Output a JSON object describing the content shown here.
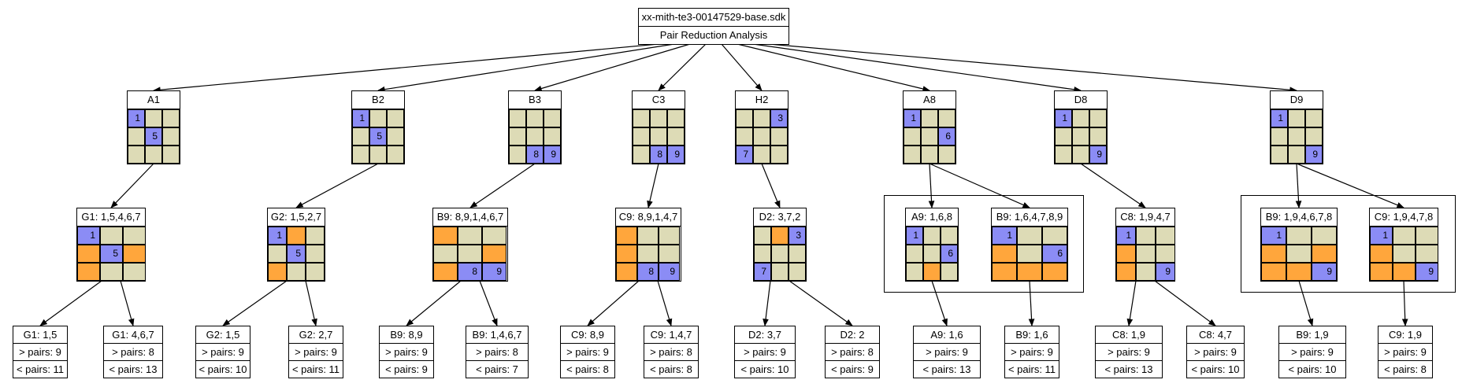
{
  "root": {
    "title": "xx-mith-te3-00147529-base.sdk",
    "subtitle": "Pair Reduction Analysis"
  },
  "colors": {
    "cell": "#dddbb6",
    "blue": "#8b8cf5",
    "orange": "#ffa63c"
  },
  "branches": [
    {
      "label": "A1",
      "grid": [
        [
          "b1",
          "",
          ""
        ],
        [
          "",
          "b5",
          ""
        ],
        [
          "",
          "",
          ""
        ]
      ],
      "reduced": [
        {
          "label": "G1: 1,5,4,6,7",
          "grid": [
            [
              "b1",
              "",
              ""
            ],
            [
              "o",
              "b5",
              "o"
            ],
            [
              "o",
              "",
              ""
            ]
          ]
        }
      ],
      "leaves": [
        {
          "title": "G1: 1,5",
          "gt": "> pairs: 9",
          "lt": "< pairs: 11"
        },
        {
          "title": "G1: 4,6,7",
          "gt": "> pairs: 8",
          "lt": "< pairs: 13"
        }
      ]
    },
    {
      "label": "B2",
      "grid": [
        [
          "b1",
          "",
          ""
        ],
        [
          "",
          "b5",
          ""
        ],
        [
          "",
          "",
          ""
        ]
      ],
      "reduced": [
        {
          "label": "G2: 1,5,2,7",
          "grid": [
            [
              "b1",
              "o",
              ""
            ],
            [
              "",
              "b5",
              ""
            ],
            [
              "o",
              "",
              ""
            ]
          ]
        }
      ],
      "leaves": [
        {
          "title": "G2: 1,5",
          "gt": "> pairs: 9",
          "lt": "< pairs: 10"
        },
        {
          "title": "G2: 2,7",
          "gt": "> pairs: 9",
          "lt": "< pairs: 11"
        }
      ]
    },
    {
      "label": "B3",
      "grid": [
        [
          "",
          "",
          ""
        ],
        [
          "",
          "",
          ""
        ],
        [
          "",
          "b8",
          "b9"
        ]
      ],
      "reduced": [
        {
          "label": "B9: 8,9,1,4,6,7",
          "grid": [
            [
              "o",
              "",
              ""
            ],
            [
              "",
              "",
              "o"
            ],
            [
              "o",
              "b8",
              "b9"
            ]
          ]
        }
      ],
      "leaves": [
        {
          "title": "B9: 8,9",
          "gt": "> pairs: 9",
          "lt": "< pairs: 9"
        },
        {
          "title": "B9: 1,4,6,7",
          "gt": "> pairs: 8",
          "lt": "< pairs: 7"
        }
      ]
    },
    {
      "label": "C3",
      "grid": [
        [
          "",
          "",
          ""
        ],
        [
          "",
          "",
          ""
        ],
        [
          "",
          "b8",
          "b9"
        ]
      ],
      "reduced": [
        {
          "label": "C9: 8,9,1,4,7",
          "grid": [
            [
              "o",
              "",
              ""
            ],
            [
              "o",
              "",
              ""
            ],
            [
              "o",
              "b8",
              "b9"
            ]
          ]
        }
      ],
      "leaves": [
        {
          "title": "C9: 8,9",
          "gt": "> pairs: 9",
          "lt": "< pairs: 8"
        },
        {
          "title": "C9: 1,4,7",
          "gt": "> pairs: 8",
          "lt": "< pairs: 8"
        }
      ]
    },
    {
      "label": "H2",
      "grid": [
        [
          "",
          "",
          "b3"
        ],
        [
          "",
          "",
          ""
        ],
        [
          "b7",
          "",
          ""
        ]
      ],
      "reduced": [
        {
          "label": "D2: 3,7,2",
          "grid": [
            [
              "",
              "o",
              "b3"
            ],
            [
              "",
              "",
              ""
            ],
            [
              "b7",
              "",
              ""
            ]
          ]
        }
      ],
      "leaves": [
        {
          "title": "D2: 3,7",
          "gt": "> pairs: 9",
          "lt": "< pairs: 10"
        },
        {
          "title": "D2: 2",
          "gt": "> pairs: 8",
          "lt": "< pairs: 9"
        }
      ]
    },
    {
      "label": "A8",
      "grid": [
        [
          "b1",
          "",
          ""
        ],
        [
          "",
          "",
          "b6"
        ],
        [
          "",
          "",
          ""
        ]
      ],
      "reduced": [
        {
          "label": "A9: 1,6,8",
          "grid": [
            [
              "b1",
              "",
              ""
            ],
            [
              "",
              "",
              "b6"
            ],
            [
              "",
              "o",
              ""
            ]
          ]
        },
        {
          "label": "B9: 1,6,4,7,8,9",
          "grid": [
            [
              "b1",
              "",
              ""
            ],
            [
              "o",
              "",
              "b6"
            ],
            [
              "o",
              "o",
              "o"
            ]
          ]
        }
      ],
      "leaves": [
        {
          "title": "A9: 1,6",
          "gt": "> pairs: 9",
          "lt": "< pairs: 13"
        },
        {
          "title": "B9: 1,6",
          "gt": "> pairs: 9",
          "lt": "< pairs: 11"
        }
      ]
    },
    {
      "label": "D8",
      "grid": [
        [
          "b1",
          "",
          ""
        ],
        [
          "",
          "",
          ""
        ],
        [
          "",
          "",
          "b9"
        ]
      ],
      "reduced": [
        {
          "label": "C8: 1,9,4,7",
          "grid": [
            [
              "b1",
              "",
              ""
            ],
            [
              "o",
              "",
              ""
            ],
            [
              "o",
              "",
              "b9"
            ]
          ]
        }
      ],
      "leaves": [
        {
          "title": "C8: 1,9",
          "gt": "> pairs: 9",
          "lt": "< pairs: 13"
        },
        {
          "title": "C8: 4,7",
          "gt": "> pairs: 9",
          "lt": "< pairs: 10"
        }
      ]
    },
    {
      "label": "D9",
      "grid": [
        [
          "b1",
          "",
          ""
        ],
        [
          "",
          "",
          ""
        ],
        [
          "",
          "",
          "b9"
        ]
      ],
      "reduced": [
        {
          "label": "B9: 1,9,4,6,7,8",
          "grid": [
            [
              "b1",
              "",
              ""
            ],
            [
              "o",
              "",
              "o"
            ],
            [
              "o",
              "o",
              "b9"
            ]
          ]
        },
        {
          "label": "C9: 1,9,4,7,8",
          "grid": [
            [
              "b1",
              "",
              ""
            ],
            [
              "o",
              "",
              ""
            ],
            [
              "o",
              "o",
              "b9"
            ]
          ]
        }
      ],
      "leaves": [
        {
          "title": "B9: 1,9",
          "gt": "> pairs: 9",
          "lt": "< pairs: 10"
        },
        {
          "title": "C9: 1,9",
          "gt": "> pairs: 9",
          "lt": "< pairs: 8"
        }
      ]
    }
  ]
}
